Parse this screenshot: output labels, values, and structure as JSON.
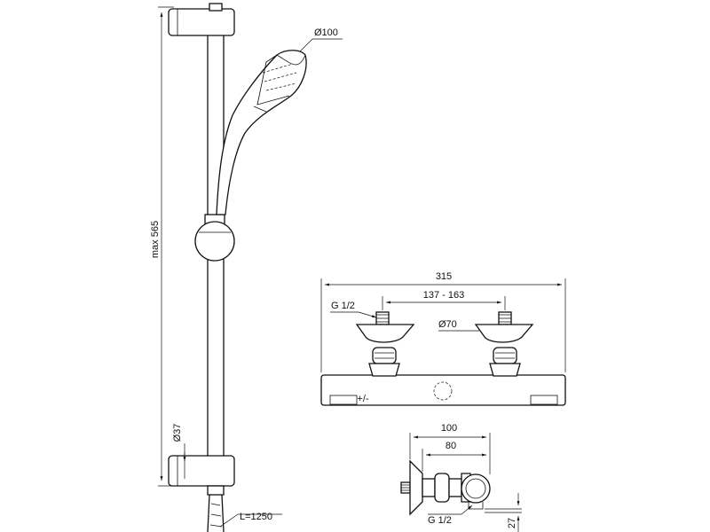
{
  "dimensions": {
    "head_diameter": "Ø100",
    "rail_height": "max 565",
    "rail_diameter": "Ø37",
    "hose_length": "L=1250",
    "mixer_width": "315",
    "connection_thread_top": "G 1/2",
    "centers_range": "137 - 163",
    "escutcheon_diameter": "Ø70",
    "side_depth_total": "100",
    "side_depth_inner": "80",
    "connection_thread_side": "G 1/2",
    "outlet_height": "27"
  },
  "symbols": {
    "hot_cold_markers": "+/-"
  }
}
